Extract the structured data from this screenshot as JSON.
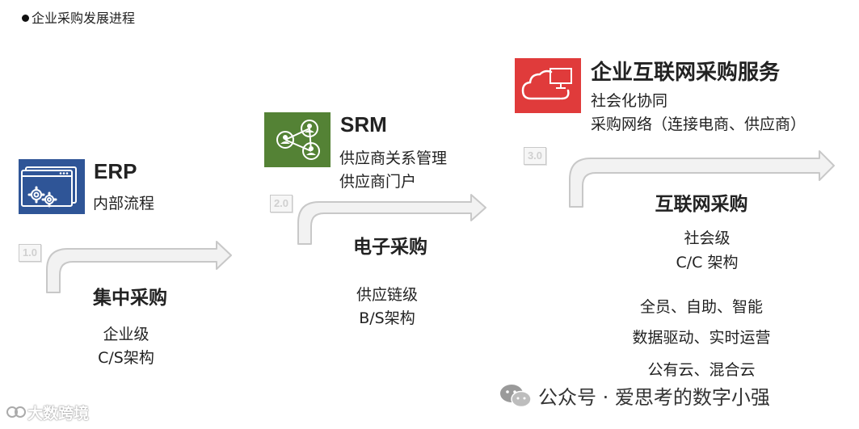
{
  "header": {
    "title": "企业采购发展进程"
  },
  "stages": [
    {
      "version": "1.0",
      "system_icon": "gears-window-icon",
      "system_name": "ERP",
      "system_desc": [
        "内部流程"
      ],
      "stage_title": "集中采购",
      "stage_lines": [
        "企业级",
        "C/S架构"
      ],
      "color": "#2f5597"
    },
    {
      "version": "2.0",
      "system_icon": "people-network-icon",
      "system_name": "SRM",
      "system_desc": [
        "供应商关系管理",
        "供应商门户"
      ],
      "stage_title": "电子采购",
      "stage_lines": [
        "供应链级",
        "B/S架构"
      ],
      "color": "#548235"
    },
    {
      "version": "3.0",
      "system_icon": "cloud-computer-icon",
      "system_name": "企业互联网采购服务",
      "system_desc": [
        "社会化协同",
        "采购网络（连接电商、供应商）"
      ],
      "stage_title": "互联网采购",
      "stage_lines": [
        "社会级",
        "C/C 架构",
        "全员、自助、智能",
        "数据驱动、实时运营",
        "公有云、混合云"
      ],
      "color": "#e03b3b"
    }
  ],
  "watermarks": {
    "brand": "大数跨境",
    "wechat": "公众号 · 爱思考的数字小强"
  },
  "colors": {
    "arrow_fill": "#f2f2f2",
    "arrow_stroke": "#c8c8c8"
  }
}
